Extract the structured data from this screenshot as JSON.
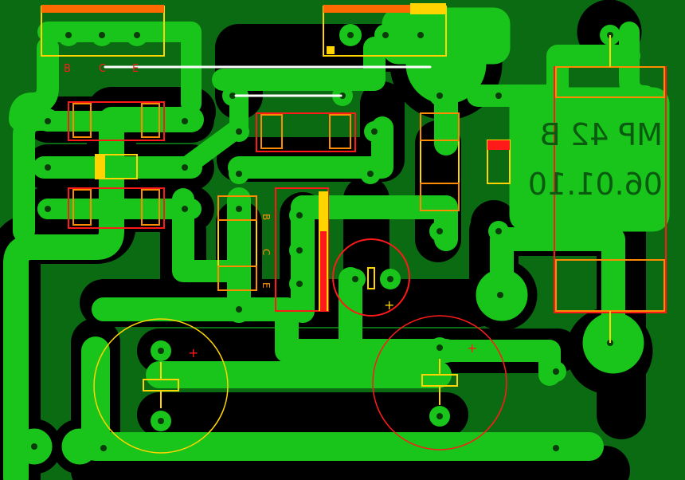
{
  "colors": {
    "substrate": "#0b6b12",
    "copper": "#19c41b",
    "clearance": "#000000",
    "hole": "#0a3d0a",
    "silk": "#ffd400",
    "silk_orange": "#ff8c00",
    "outline_red": "#ff1a1a",
    "jumper": "#ffffff",
    "text_mirrored": "#0a5a10"
  },
  "labels": {
    "connector_b": "B",
    "connector_c": "C",
    "connector_e": "E",
    "transistor_b": "B",
    "transistor_c": "C",
    "transistor_e": "E",
    "board_id": "MP 42 B",
    "board_date": "06.01.10",
    "plus_1": "+",
    "plus_2": "+",
    "plus_3": "+"
  },
  "icons": {
    "pad": "circle-pad",
    "capacitor": "electrolytic-capacitor-icon"
  }
}
